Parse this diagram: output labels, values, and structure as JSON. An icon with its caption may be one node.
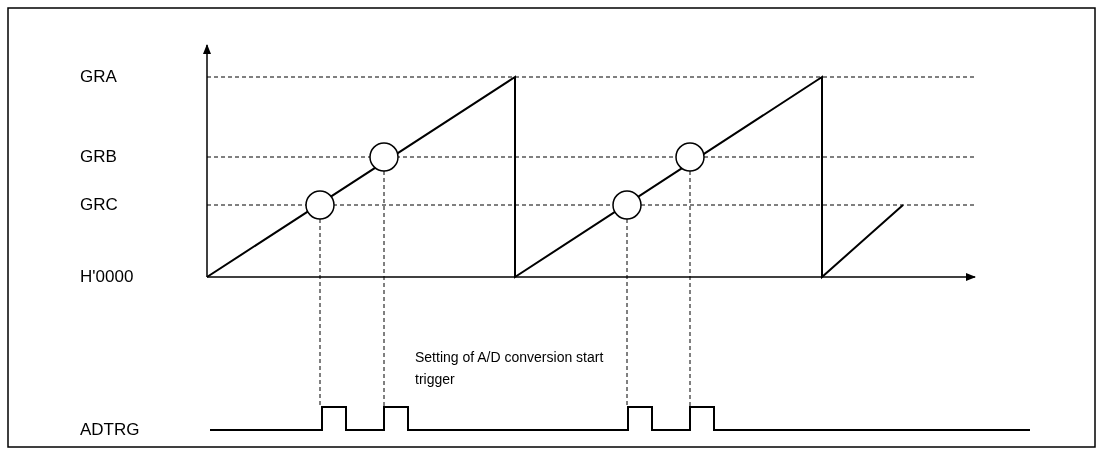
{
  "diagram": {
    "labels": [
      "GRA",
      "GRB",
      "GRC",
      "H'0000",
      "Setting of A/D conversion start trigger",
      "ADTRG"
    ]
  }
}
